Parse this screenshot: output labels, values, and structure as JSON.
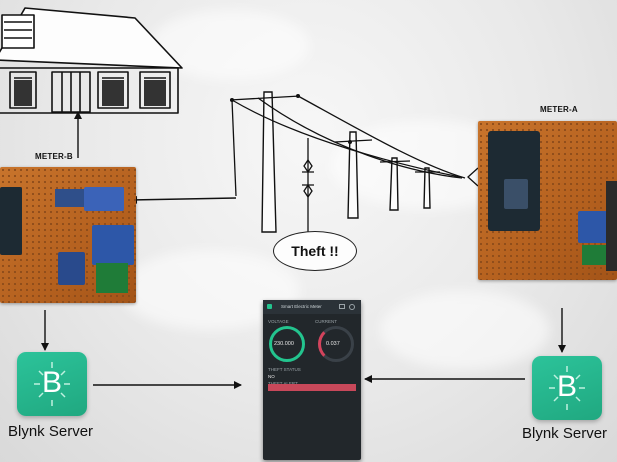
{
  "meter_b": {
    "label": "METER-B"
  },
  "meter_a": {
    "label": "METER-A"
  },
  "theft": {
    "label": "Theft !!"
  },
  "blynk_left": {
    "letter": "B",
    "caption": "Blynk Server"
  },
  "blynk_right": {
    "letter": "B",
    "caption": "Blynk Server"
  },
  "app": {
    "title": "Smart Electric Meter",
    "gauge_left": {
      "label": "VOLTAGE",
      "value": "230.000",
      "color": "#23c48e"
    },
    "gauge_right": {
      "label": "CURRENT",
      "value": "0.037",
      "color": "#d3435c"
    },
    "status_label": "THEFT STATUS",
    "status_value": "NO",
    "bar_label": "THEFT ALERT",
    "bar_color": "#c8485a"
  }
}
